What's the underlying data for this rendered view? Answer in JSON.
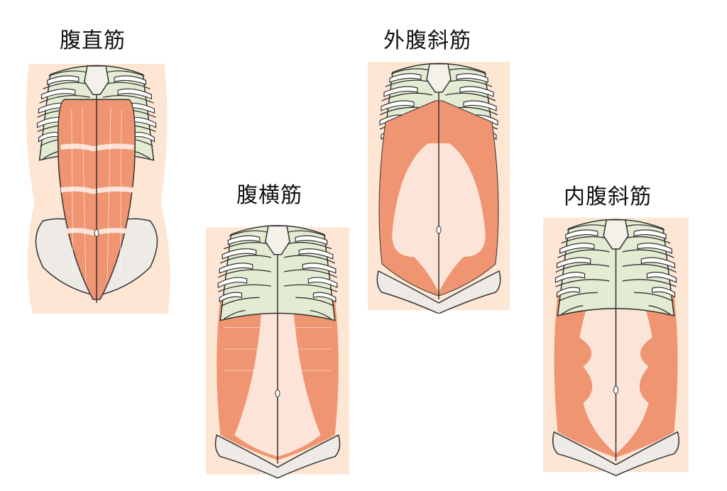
{
  "figures": [
    {
      "id": "rectus",
      "label": "腹直筋"
    },
    {
      "id": "transversus",
      "label": "腹横筋"
    },
    {
      "id": "external_oblique",
      "label": "外腹斜筋"
    },
    {
      "id": "internal_oblique",
      "label": "内腹斜筋"
    }
  ],
  "colors": {
    "skin": "#fde6d4",
    "muscle": "#ef9572",
    "muscle_light": "#fce4d8",
    "rib": "#ffffff",
    "cartilage": "#e3ecd2",
    "outline": "#333333",
    "pelvis": "#eeeae6"
  }
}
